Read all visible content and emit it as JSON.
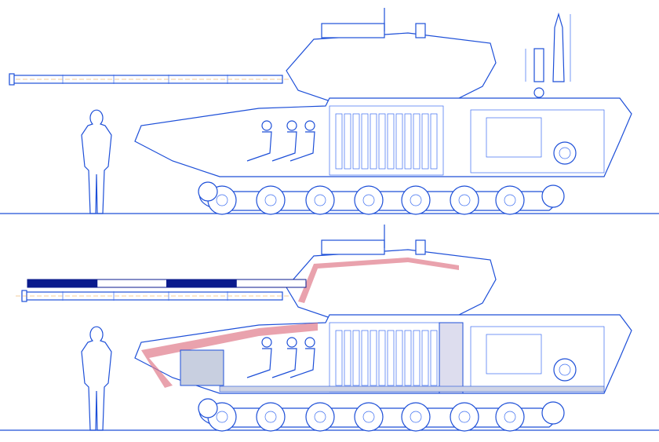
{
  "drawing": {
    "subject": "tank-cutaway-side-views",
    "views": [
      "external-with-crew",
      "internal-armor-cutaway"
    ],
    "colors": {
      "line": "#1d4fd8",
      "armor": "#e07a8a",
      "scale_bar": "#0a1a8c",
      "ground": "#1d4fd8"
    },
    "scale_bar_segments": 4
  }
}
